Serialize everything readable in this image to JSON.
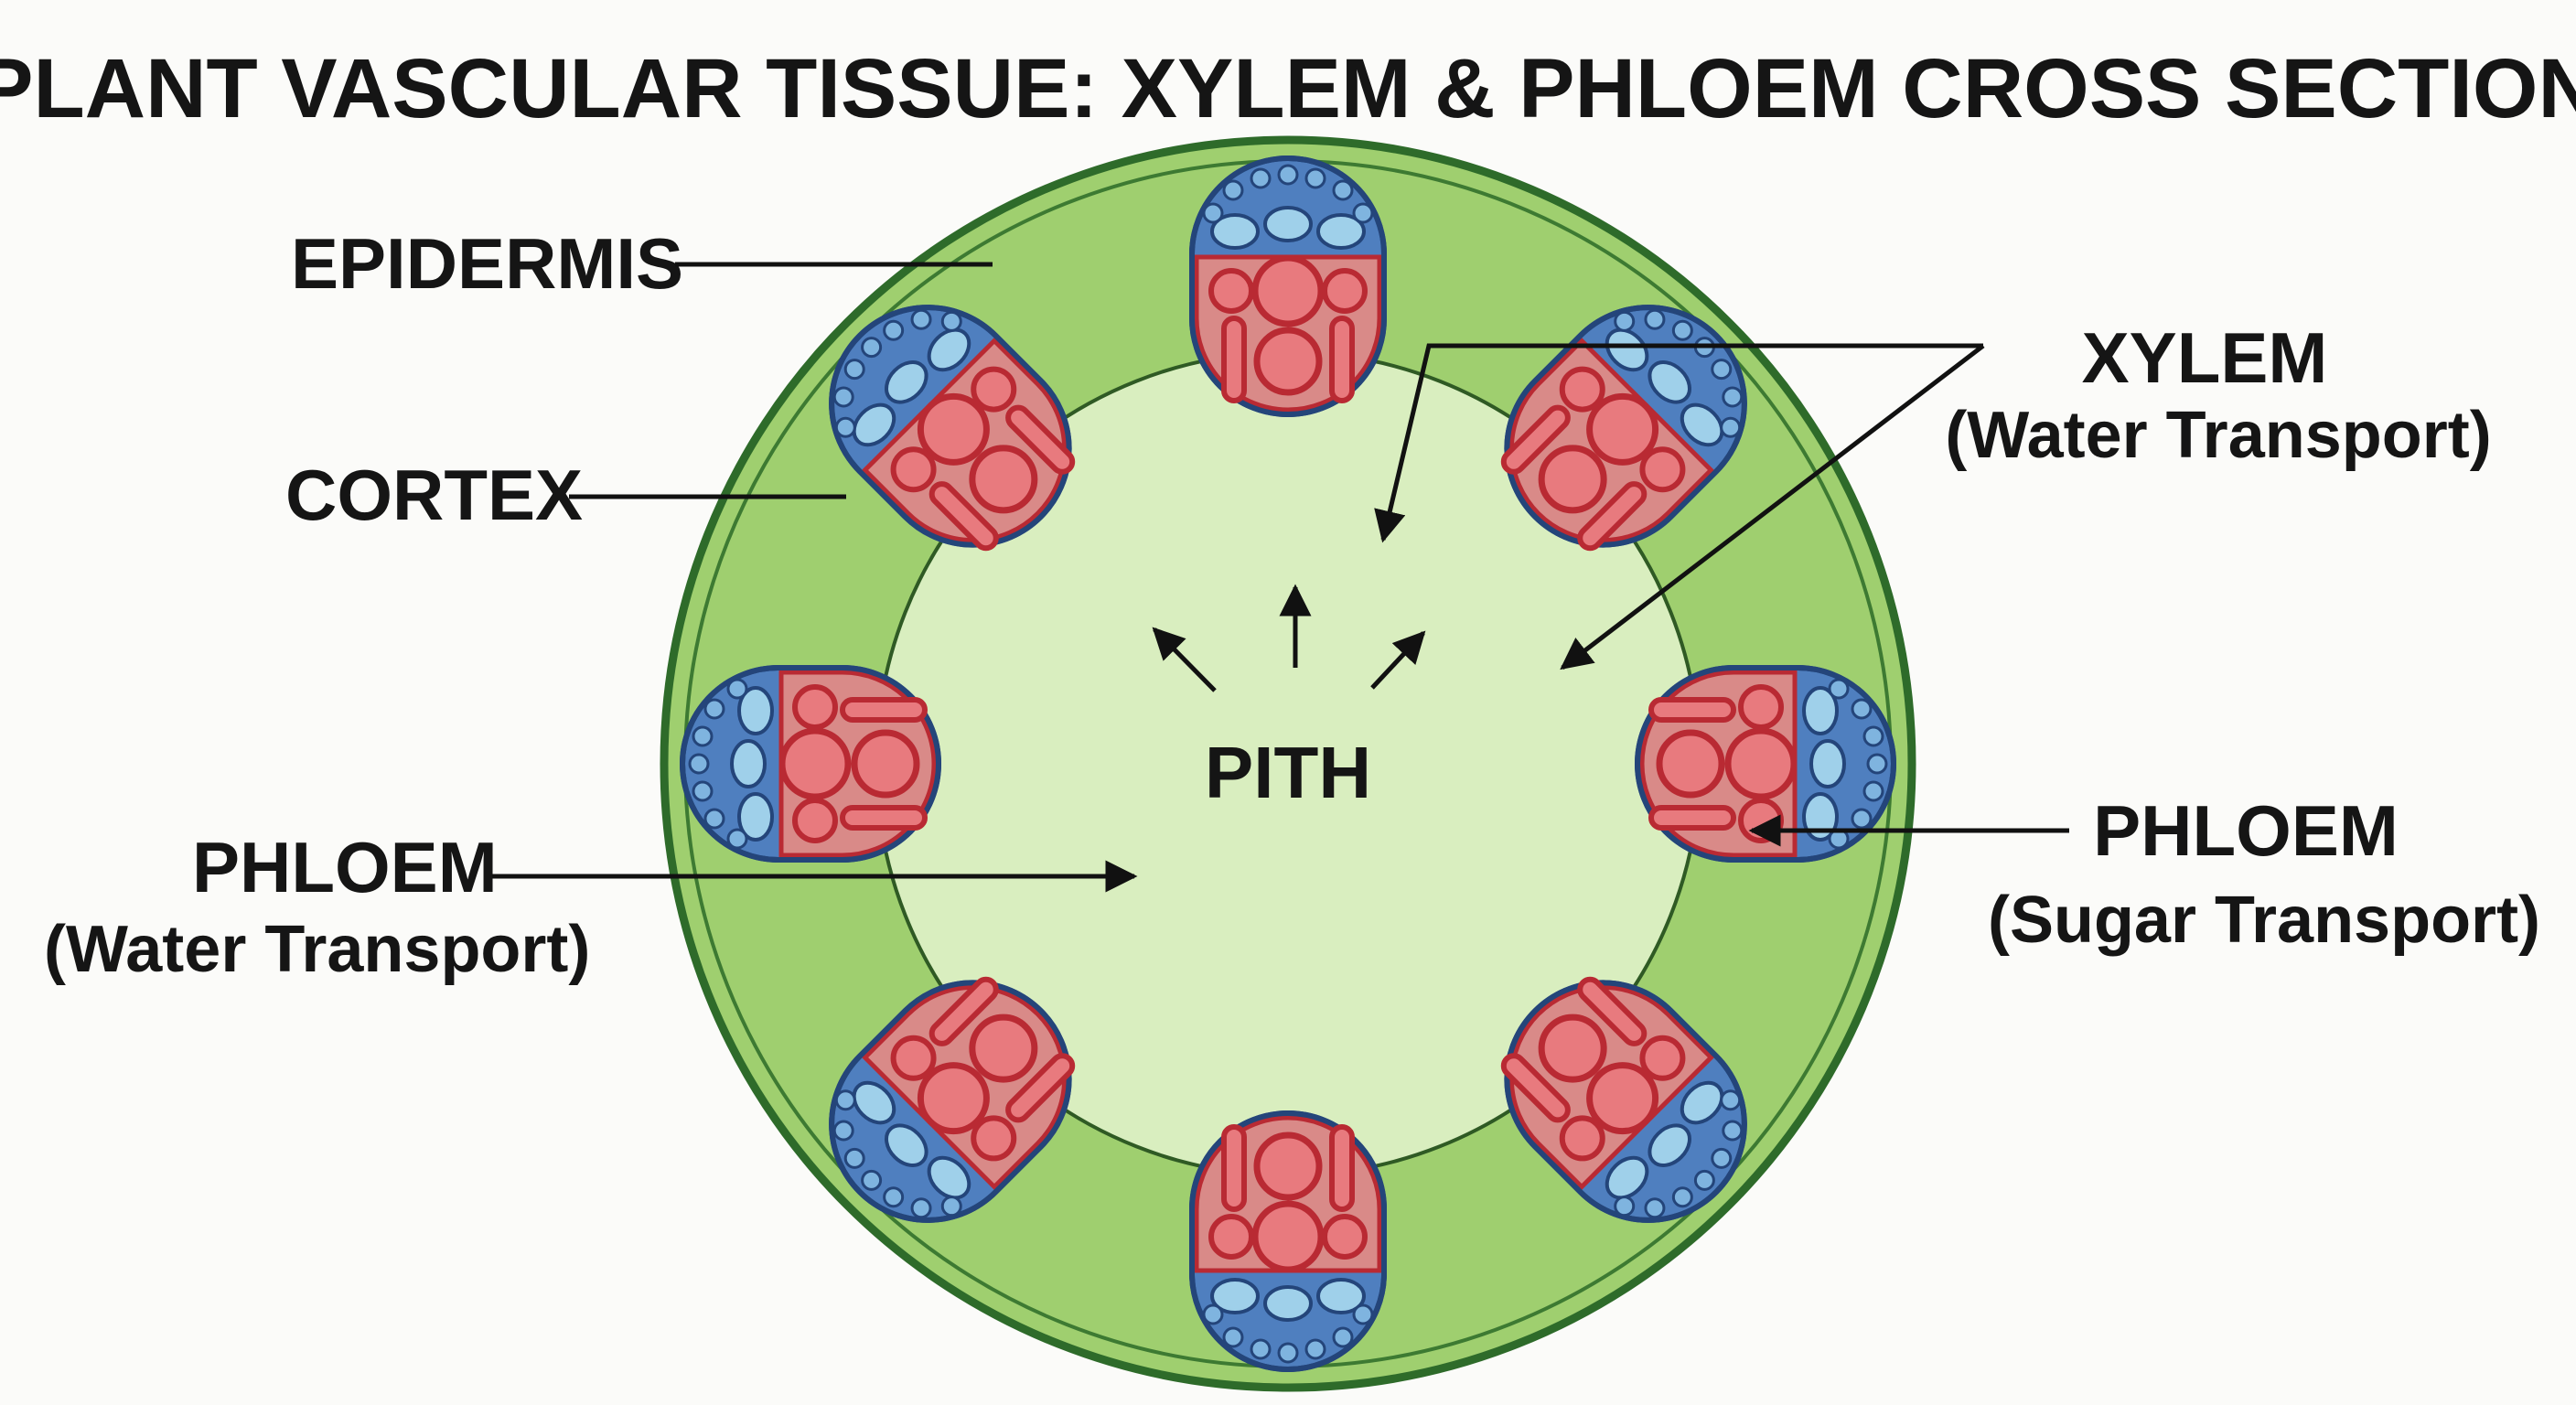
{
  "title": "PLANT VASCULAR TISSUE: XYLEM & PHLOEM CROSS SECTION",
  "labels": {
    "epidermis": "EPIDERMIS",
    "cortex": "CORTEX",
    "pith": "PITH",
    "xylem": {
      "name": "XYLEM",
      "note": "(Water Transport)"
    },
    "phloem_left": {
      "name": "PHLOEM",
      "note": "(Water Transport)"
    },
    "phloem_right": {
      "name": "PHLOEM",
      "note": "(Sugar Transport)"
    }
  },
  "colors": {
    "epidermis": "#2e6b2a",
    "cortex": "#9fcf6f",
    "pith": "#d9eebf",
    "xylem": "#e87a7e",
    "xylem_outline": "#b92a33",
    "phloem": "#4f7fbf",
    "phloem_cells": "#9fd0ea",
    "phloem_outline": "#24457a",
    "text": "#151515"
  },
  "vascular_bundle_count": 8
}
